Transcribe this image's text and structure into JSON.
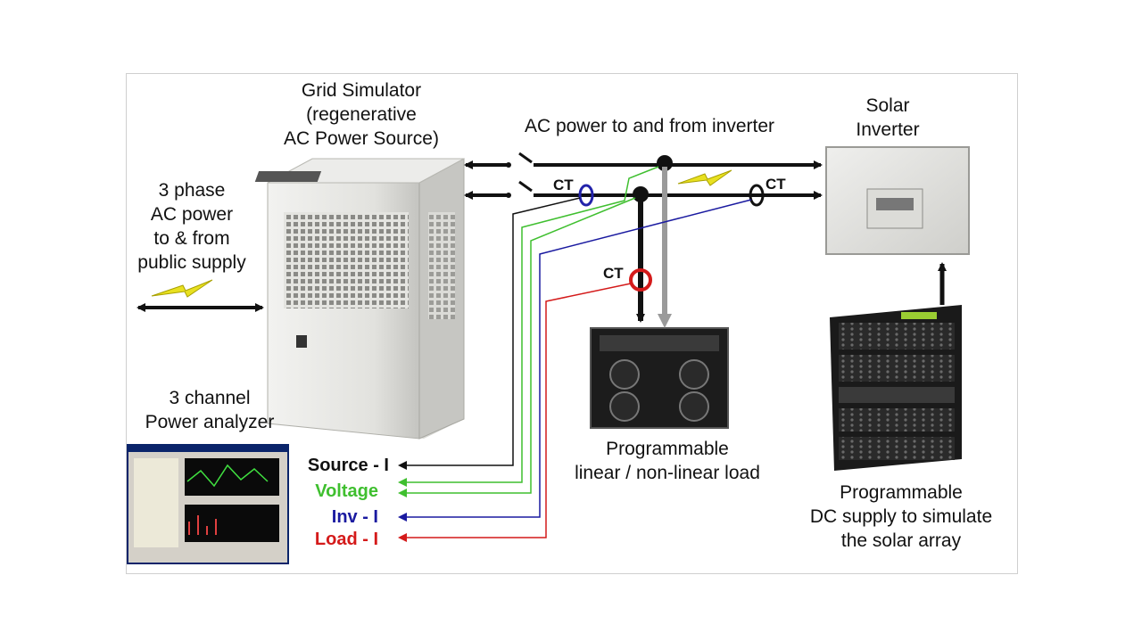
{
  "labels": {
    "grid_simulator": "Grid Simulator\n(regenerative\nAC Power Source)",
    "ac_power_inverter": "AC power  to and from inverter",
    "solar_inverter": "Solar\nInverter",
    "three_phase": "3 phase\nAC power\nto & from\npublic supply",
    "power_analyzer": "3 channel\nPower analyzer",
    "load": "Programmable\nlinear / non-linear load",
    "dc_supply": "Programmable\nDC supply to simulate\nthe solar array",
    "ct": "CT"
  },
  "signals": [
    {
      "label": "Source - I",
      "color": "#111111"
    },
    {
      "label": "Voltage",
      "color": "#3fbf2f"
    },
    {
      "label": "Inv - I",
      "color": "#1a1aa0"
    },
    {
      "label": "Load - I",
      "color": "#d41a1a"
    }
  ],
  "colors": {
    "bus": "#111111",
    "source_ct": "#2222aa",
    "load_ct": "#d41a1a",
    "bolt": "#e8e020",
    "equipment_light": "#e4e4e0",
    "equipment_dark": "#1c1c1c"
  }
}
